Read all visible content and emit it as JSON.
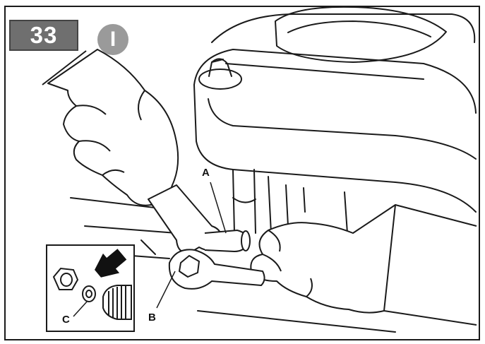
{
  "step": {
    "number": "33"
  },
  "language": {
    "label": "I"
  },
  "callouts": {
    "a": "A",
    "b": "B",
    "c": "C"
  },
  "colors": {
    "badge": "#6f6f6f",
    "language_badge": "#9a9a9a",
    "line": "#1a1a1a"
  },
  "icons": [
    "engine-illustration",
    "hand-illustration",
    "wrench-illustration",
    "nut-icon",
    "washer-icon",
    "fitting-icon",
    "direction-arrow-icon"
  ]
}
